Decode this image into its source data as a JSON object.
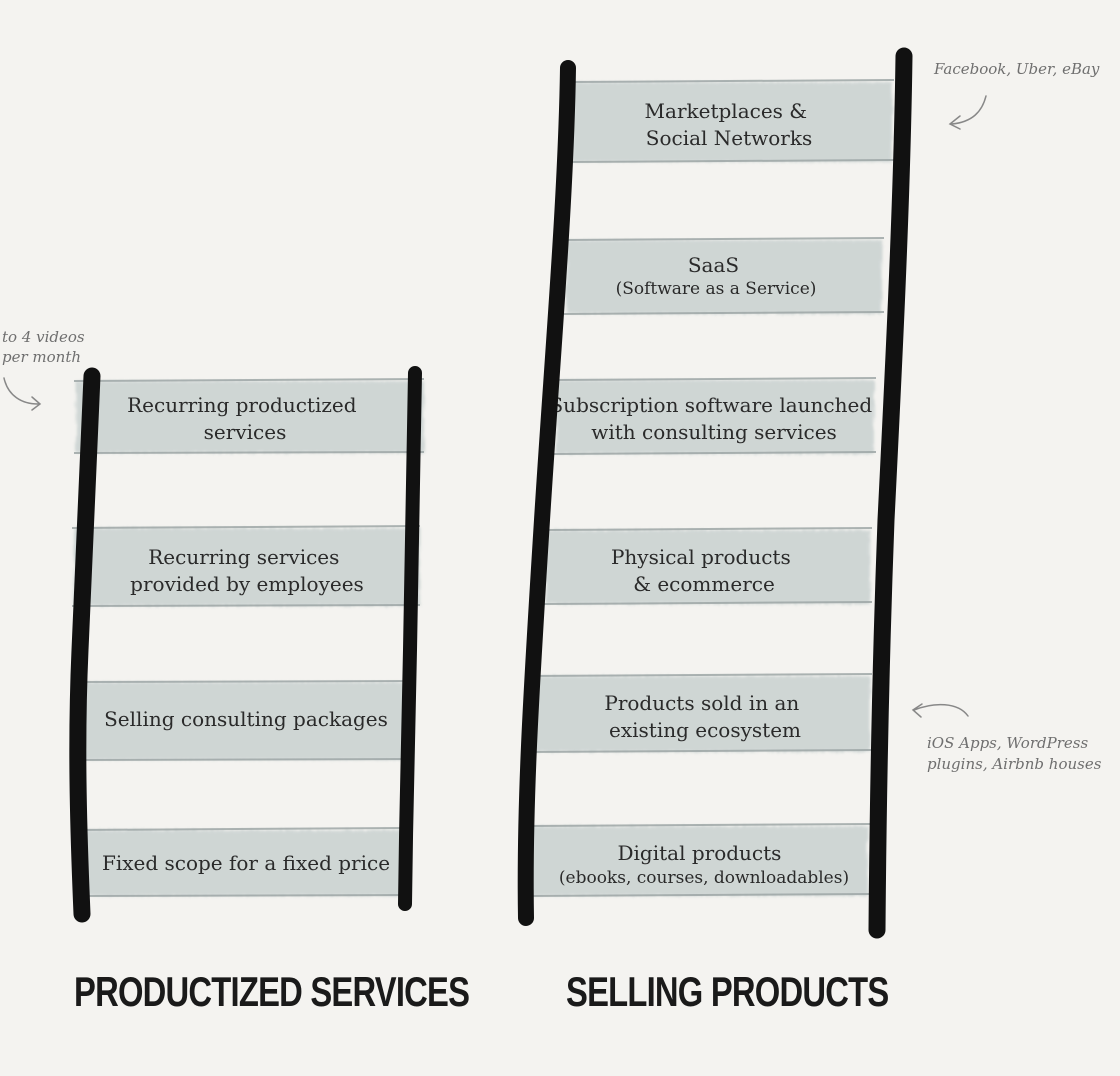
{
  "ladders": [
    {
      "title": "PRODUCTIZED SERVICES",
      "rungs": [
        {
          "lines": [
            "Recurring productized",
            "services"
          ]
        },
        {
          "lines": [
            "Recurring services",
            "provided by employees"
          ]
        },
        {
          "lines": [
            "Selling consulting packages"
          ]
        },
        {
          "lines": [
            "Fixed scope for a fixed price"
          ]
        }
      ]
    },
    {
      "title": "SELLING PRODUCTS",
      "rungs": [
        {
          "lines": [
            "Marketplaces &",
            "Social Networks"
          ]
        },
        {
          "lines": [
            "SaaS",
            "(Software as a Service)"
          ]
        },
        {
          "lines": [
            "Subscription software launched",
            "with consulting services"
          ]
        },
        {
          "lines": [
            "Physical products",
            "& ecommerce"
          ]
        },
        {
          "lines": [
            "Products sold in an",
            "existing ecosystem"
          ]
        },
        {
          "lines": [
            "Digital products",
            "(ebooks, courses, downloadables)"
          ]
        }
      ]
    }
  ],
  "annotations": {
    "left_top": [
      "to 4 videos",
      "per month"
    ],
    "right_top": [
      "Facebook, Uber, eBay"
    ],
    "right_bottom": [
      "iOS Apps, WordPress",
      "plugins, Airbnb houses"
    ]
  },
  "colors": {
    "background": "#f4f3f0",
    "rail": "#111111",
    "rung_fill": "#c9d1d0",
    "rung_edge": "#9aa3a3",
    "annotation": "#6f6f6f"
  }
}
